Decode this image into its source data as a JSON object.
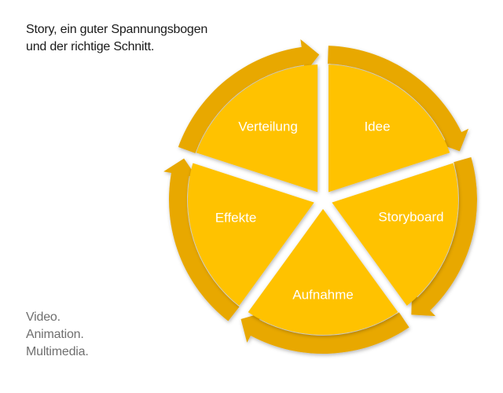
{
  "headline": {
    "line1": "Story, ein guter Spannungsbogen",
    "line2": "und der richtige Schnitt."
  },
  "cycle": {
    "segments": [
      {
        "label": "Idee"
      },
      {
        "label": "Storyboard"
      },
      {
        "label": "Aufnahme"
      },
      {
        "label": "Effekte"
      },
      {
        "label": "Verteilung"
      }
    ],
    "colors": {
      "segment": "#FFC200",
      "arrow": "#E8A800"
    }
  },
  "tagline": {
    "line1": "Video.",
    "line2": "Animation.",
    "line3": "Multimedia."
  }
}
